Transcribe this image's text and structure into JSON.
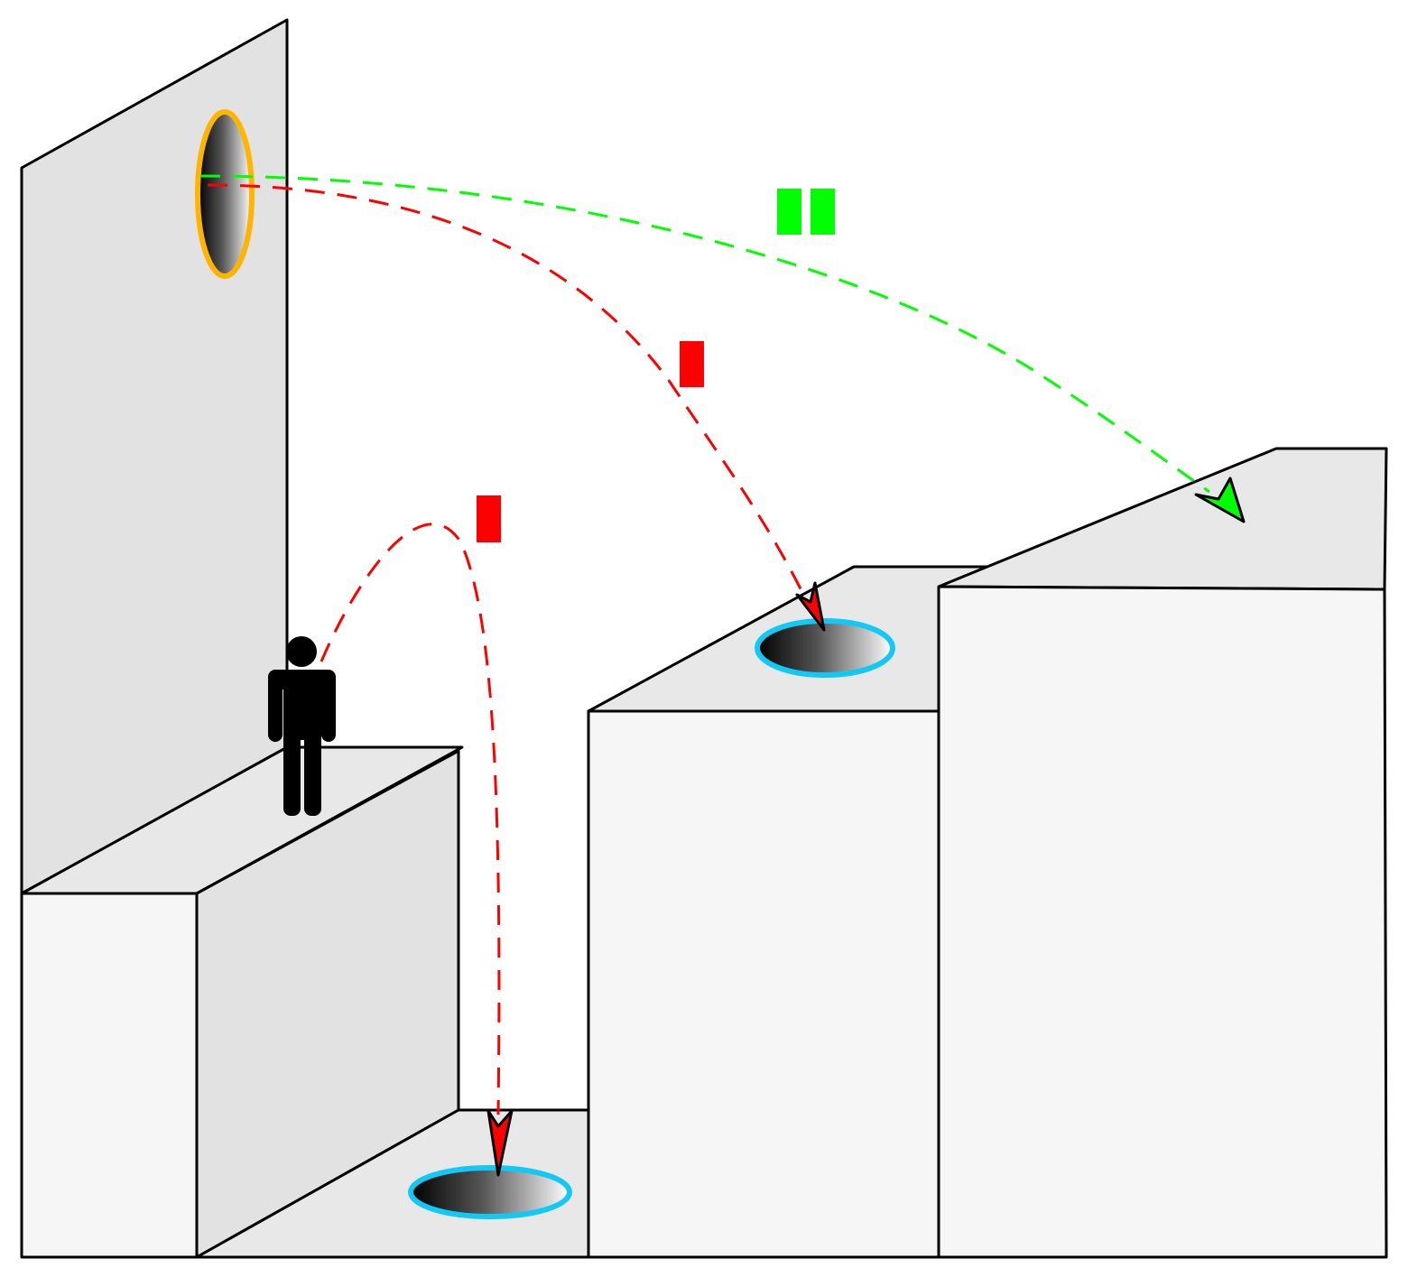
{
  "colors": {
    "background": "#ffffff",
    "surface_light": "#f6f6f6",
    "surface_mid": "#e8e8e8",
    "surface_dark": "#e2e2e2",
    "outline": "#000000",
    "portal_orange": "#ffb400",
    "portal_blue": "#12c8f4",
    "trajectory_red": "#ff0000",
    "trajectory_green": "#00ff00",
    "figure": "#000000"
  },
  "portals": [
    {
      "id": "orange-wall-portal",
      "color": "portal_orange",
      "surface": "wall"
    },
    {
      "id": "blue-floor-portal-low",
      "color": "portal_blue",
      "surface": "floor"
    },
    {
      "id": "blue-floor-portal-high",
      "color": "portal_blue",
      "surface": "floor"
    }
  ],
  "trajectories": [
    {
      "id": "jump-into-floor-portal",
      "color": "trajectory_red",
      "marker_bars": 1
    },
    {
      "id": "exit-wall-portal-slow",
      "color": "trajectory_red",
      "marker_bars": 1
    },
    {
      "id": "exit-wall-portal-fast",
      "color": "trajectory_green",
      "marker_bars": 2
    }
  ],
  "icons": [
    "person-icon",
    "arrowhead-icon"
  ]
}
